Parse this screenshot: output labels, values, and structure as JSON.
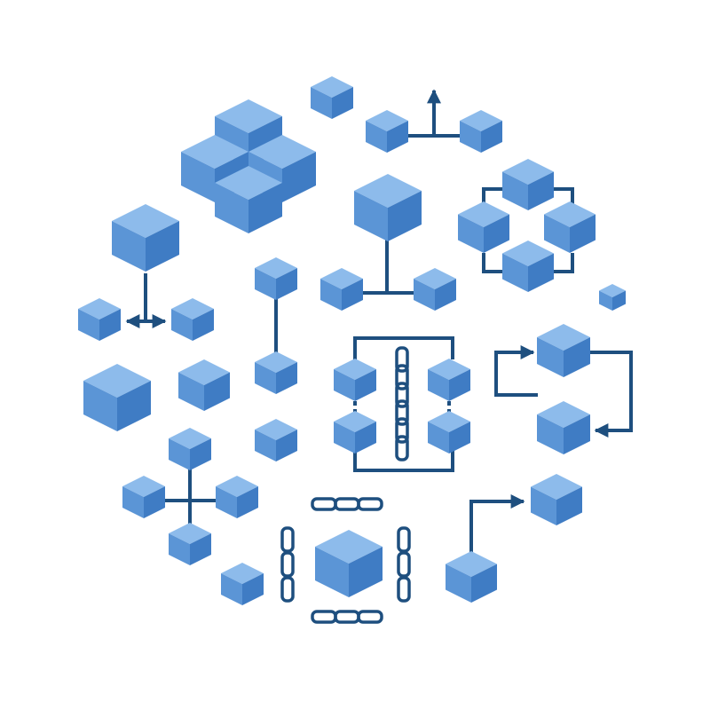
{
  "colors": {
    "cube_top": "#8DBBEB",
    "cube_left": "#5B95D6",
    "cube_right": "#3F7CC4",
    "connector": "#1E4F7F",
    "background": "#FFFFFF"
  },
  "diagram": {
    "cubes": [
      "cube-big-cluster-back",
      "cube-big-cluster-left",
      "cube-big-cluster-right",
      "cube-big-cluster-front",
      "cube-top-small",
      "cube-top-fork-left",
      "cube-top-fork-right",
      "cube-ring-top",
      "cube-ring-left",
      "cube-ring-right",
      "cube-ring-bottom",
      "cube-tree-parent",
      "cube-tree-child-left",
      "cube-tree-child-right",
      "cube-fork2-center",
      "cube-fork2-left",
      "cube-fork2-right",
      "cube-vert-top",
      "cube-vert-bottom",
      "cube-tiny-right",
      "cube-chainbox-tl",
      "cube-chainbox-bl",
      "cube-chainbox-tr",
      "cube-chainbox-br",
      "cube-cycle-top",
      "cube-cycle-bottom",
      "cube-plain-large",
      "cube-plain-mid",
      "cube-plain-small",
      "cube-cross-top",
      "cube-cross-left",
      "cube-cross-right",
      "cube-cross-bottom",
      "cube-corner-small",
      "cube-chain-center",
      "cube-elbow-bottom",
      "cube-elbow-top"
    ],
    "connector_groups": [
      "tree-connector",
      "top-fork-connector",
      "ring-connector",
      "fork2-connector",
      "vertical-connector",
      "chainbox-bracket",
      "cycle-arrows",
      "cross-connector",
      "chain-frame",
      "elbow-arrow"
    ]
  }
}
